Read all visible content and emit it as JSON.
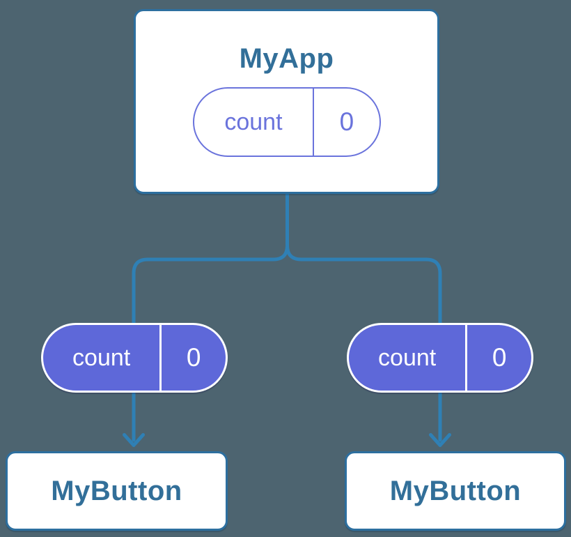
{
  "diagram": {
    "description": "Component tree with shared state passed down as props",
    "colors": {
      "background": "#4d6470",
      "connector": "#2f80b5",
      "node_border": "#2d6f9f",
      "node_fill": "#ffffff",
      "node_title_text": "#326f99",
      "pill_outline": "#6a73dc",
      "pill_fill": "#5e68d9",
      "pill_filled_text": "#ffffff"
    },
    "root": {
      "title": "MyApp",
      "state_pill": {
        "label": "count",
        "value": "0",
        "style": "outline"
      }
    },
    "children": [
      {
        "title": "MyButton",
        "prop_pill": {
          "label": "count",
          "value": "0",
          "style": "filled"
        }
      },
      {
        "title": "MyButton",
        "prop_pill": {
          "label": "count",
          "value": "0",
          "style": "filled"
        }
      }
    ]
  }
}
